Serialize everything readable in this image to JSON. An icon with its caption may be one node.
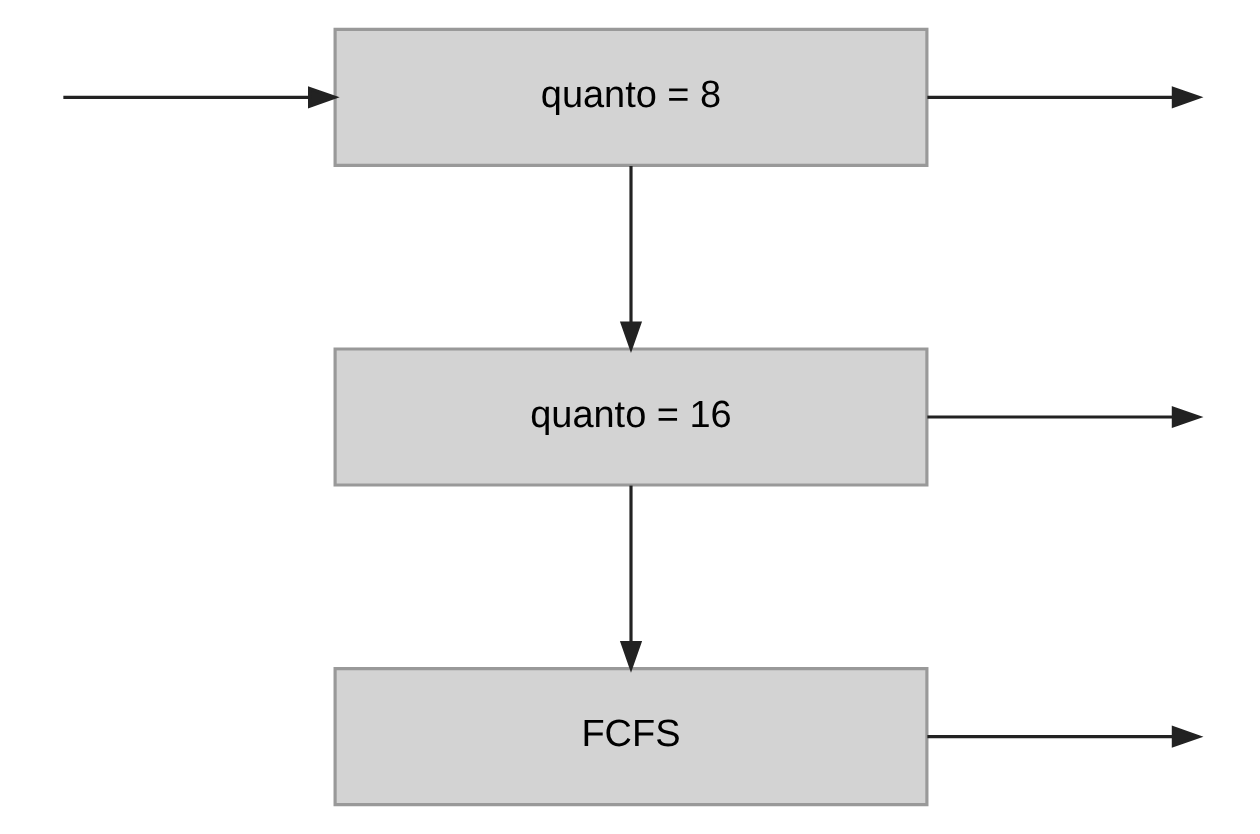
{
  "diagram": {
    "nodes": [
      {
        "text": [
          "quanto = 8"
        ]
      },
      {
        "text": [
          "quanto = 16"
        ]
      },
      {
        "text": [
          "FCFS"
        ]
      }
    ],
    "edges": [
      {
        "from": 0,
        "to": null,
        "arrow": "to"
      },
      {
        "from": null,
        "to": 0,
        "arrow": "to"
      },
      {
        "from": 0,
        "to": 1,
        "arrow": "to"
      },
      {
        "from": 1,
        "to": null,
        "arrow": "to"
      },
      {
        "from": 1,
        "to": 2,
        "arrow": "to"
      },
      {
        "from": 2,
        "to": null,
        "arrow": "to"
      }
    ]
  }
}
